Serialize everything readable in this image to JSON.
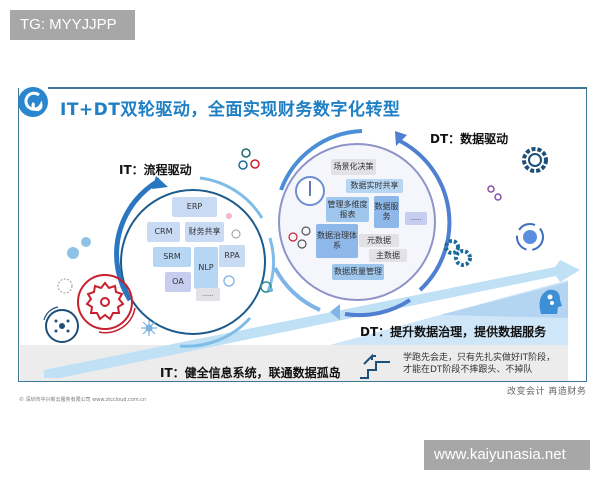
{
  "watermarks": {
    "top": "TG: MYYJJPP",
    "bottom": "www.kaiyunasia.net"
  },
  "header": {
    "title": "IT+DT双轮驱动，全面实现财务数字化转型",
    "logo_icon": "cloud-swirl-logo-icon"
  },
  "it_section": {
    "heading": "IT：流程驱动",
    "modules": [
      {
        "label": "ERP"
      },
      {
        "label": "CRM"
      },
      {
        "label": "财务共享"
      },
      {
        "label": "SRM"
      },
      {
        "label": "NLP"
      },
      {
        "label": "RPA"
      },
      {
        "label": "OA"
      },
      {
        "label": "......"
      }
    ],
    "bottom_caption": "IT：健全信息系统，联通数据孤岛"
  },
  "dt_section": {
    "heading": "DT：数据驱动",
    "modules": [
      {
        "label": "场景化决策"
      },
      {
        "label": "数据实时共享"
      },
      {
        "label": "管理多维度报表"
      },
      {
        "label": "数据服务"
      },
      {
        "label": "......"
      },
      {
        "label": "数据治理体系"
      },
      {
        "label": "元数据"
      },
      {
        "label": "主数据"
      },
      {
        "label": "数据质量管理"
      }
    ],
    "bottom_caption": "DT：提升数据治理，提供数据服务"
  },
  "quote": {
    "line1": "学跑先会走，只有先扎实做好IT阶段，",
    "line2": "才能在DT阶段不摔跟头、不掉队",
    "icon": "stairs-arrow-icon"
  },
  "slogan": "改变会计  再造财务",
  "copyright": "© 深圳市中兴新云服务有限公司   www.ztccloud.com.cn",
  "colors": {
    "title_blue": "#1f7fc4",
    "frame_border": "#3d7897",
    "gear_red": "#c8202e",
    "gear_navy": "#1d4f79",
    "arc_blue": "#3c8fd6",
    "ramp_blue": "#bfe0f5"
  }
}
